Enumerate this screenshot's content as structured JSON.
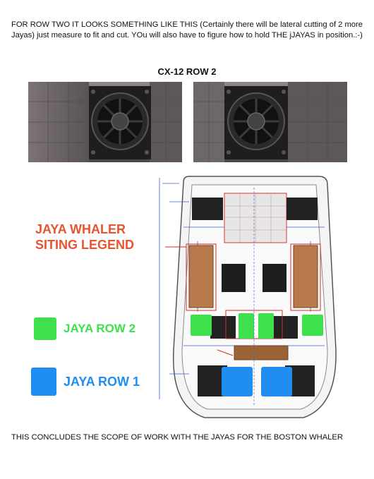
{
  "intro_text": "FOR ROW TWO IT LOOKS SOMETHING LIKE THIS (Certainly there will be lateral cutting of 2 more Jayas) just measure to fit and cut. YOu will also have to figure how to hold THE jJAYAS in position.:-)",
  "image_title": "CX-12 ROW 2",
  "legend": {
    "title_line1": "JAYA WHALER",
    "title_line2": "SITING LEGEND",
    "row2_label": "JAYA ROW 2",
    "row1_label": "JAYA ROW 1"
  },
  "closing_text": "THIS CONCLUDES THE SCOPE OF WORK WITH THE JAYAS FOR THE BOSTON WHALER",
  "colors": {
    "legend_title": "#e8542f",
    "row2": "#3ee04b",
    "row1": "#1f8ef0"
  },
  "icons": {
    "speaker": "subwoofer-speaker-icon"
  }
}
